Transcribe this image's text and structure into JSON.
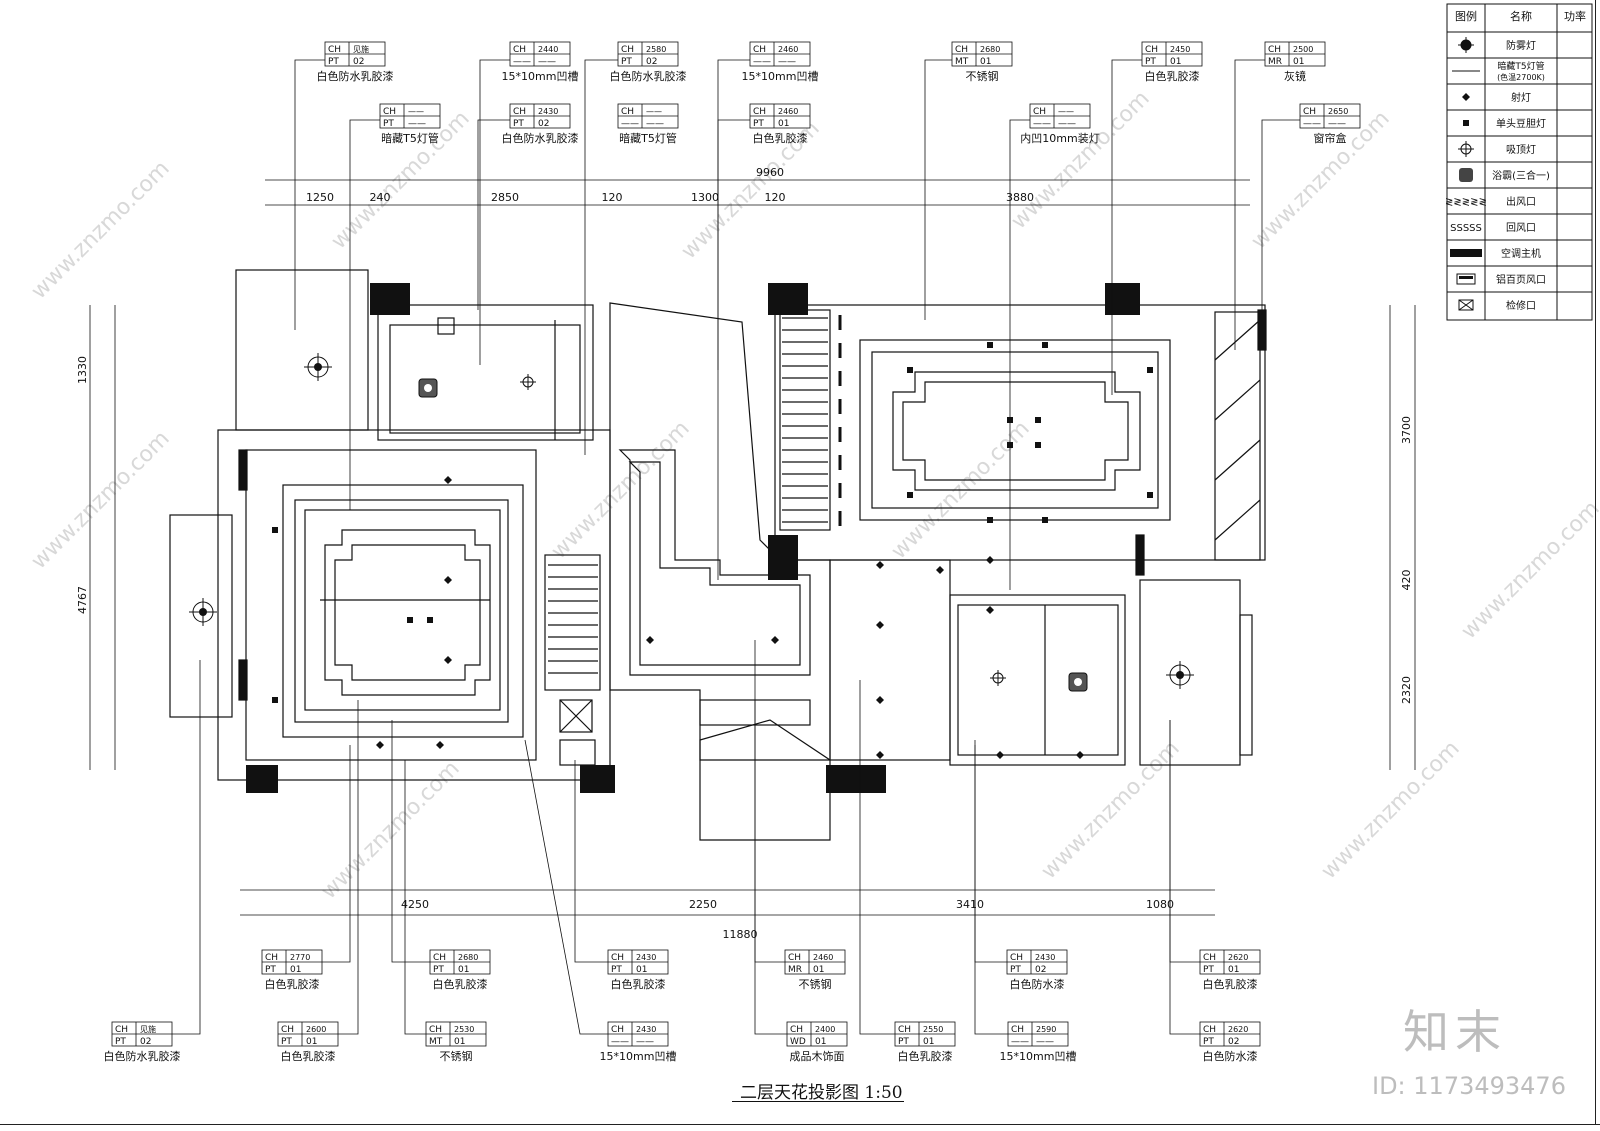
{
  "drawing": {
    "title": "二层天花投影图 1:50"
  },
  "watermark": {
    "site": "www.znzmo.com",
    "brand": "知末",
    "id": "ID: 1173493476"
  },
  "legend": {
    "headers": [
      "图例",
      "名称",
      "功率"
    ],
    "rows": [
      {
        "icon": "moisture-proof-lamp-icon",
        "name": "防雾灯"
      },
      {
        "icon": "concealed-t5-tube-icon",
        "name": "暗藏T5灯管",
        "name2": "(色温2700K)"
      },
      {
        "icon": "spotlight-icon",
        "name": "射灯"
      },
      {
        "icon": "single-grille-lamp-icon",
        "name": "单头豆胆灯"
      },
      {
        "icon": "ceiling-lamp-icon",
        "name": "吸顶灯"
      },
      {
        "icon": "bath-heater-icon",
        "name": "浴霸(三合一)"
      },
      {
        "icon": "supply-air-outlet-icon",
        "name": "出风口"
      },
      {
        "icon": "return-air-outlet-icon",
        "name": "回风口"
      },
      {
        "icon": "ac-unit-icon",
        "name": "空调主机"
      },
      {
        "icon": "aluminum-louver-vent-icon",
        "name": "铝百页风口"
      },
      {
        "icon": "access-panel-icon",
        "name": "检修口"
      }
    ]
  },
  "top_tags": [
    {
      "ch": "见施",
      "code": "PT",
      "num": "02",
      "label": "白色防水乳胶漆"
    },
    {
      "ch": "2440",
      "code": "",
      "num": "",
      "label": "15*10mm凹槽"
    },
    {
      "ch": "2580",
      "code": "PT",
      "num": "02",
      "label": "白色防水乳胶漆"
    },
    {
      "ch": "2460",
      "code": "",
      "num": "",
      "label": "15*10mm凹槽"
    },
    {
      "ch": "2680",
      "code": "MT",
      "num": "01",
      "label": "不锈钢"
    },
    {
      "ch": "2450",
      "code": "PT",
      "num": "01",
      "label": "白色乳胶漆"
    },
    {
      "ch": "2500",
      "code": "MR",
      "num": "01",
      "label": "灰镜"
    }
  ],
  "second_tags": [
    {
      "ch": "",
      "code": "PT",
      "num": "",
      "label": "暗藏T5灯管"
    },
    {
      "ch": "2430",
      "code": "PT",
      "num": "02",
      "label": "白色防水乳胶漆"
    },
    {
      "ch": "",
      "code": "",
      "num": "",
      "label": "暗藏T5灯管"
    },
    {
      "ch": "2460",
      "code": "PT",
      "num": "01",
      "label": "白色乳胶漆"
    },
    {
      "ch": "",
      "code": "",
      "num": "",
      "label": "内凹10mm装灯"
    },
    {
      "ch": "2650",
      "code": "",
      "num": "",
      "label": "窗帘盒"
    }
  ],
  "bottom_row1": [
    {
      "ch": "2770",
      "code": "PT",
      "num": "01",
      "label": "白色乳胶漆"
    },
    {
      "ch": "2680",
      "code": "PT",
      "num": "01",
      "label": "白色乳胶漆"
    },
    {
      "ch": "2430",
      "code": "PT",
      "num": "01",
      "label": "白色乳胶漆"
    },
    {
      "ch": "2460",
      "code": "MR",
      "num": "01",
      "label": "不锈钢"
    },
    {
      "ch": "2430",
      "code": "PT",
      "num": "02",
      "label": "白色防水漆"
    },
    {
      "ch": "2620",
      "code": "PT",
      "num": "01",
      "label": "白色乳胶漆"
    }
  ],
  "bottom_row2": [
    {
      "ch": "见施",
      "code": "PT",
      "num": "02",
      "label": "白色防水乳胶漆"
    },
    {
      "ch": "2600",
      "code": "PT",
      "num": "01",
      "label": "白色乳胶漆"
    },
    {
      "ch": "2530",
      "code": "MT",
      "num": "01",
      "label": "不锈钢"
    },
    {
      "ch": "2430",
      "code": "",
      "num": "",
      "label": "15*10mm凹槽"
    },
    {
      "ch": "2400",
      "code": "WD",
      "num": "01",
      "label": "成品木饰面"
    },
    {
      "ch": "2550",
      "code": "PT",
      "num": "01",
      "label": "白色乳胶漆"
    },
    {
      "ch": "2590",
      "code": "",
      "num": "",
      "label": "15*10mm凹槽"
    },
    {
      "ch": "2620",
      "code": "PT",
      "num": "02",
      "label": "白色防水漆"
    }
  ],
  "dimensions": {
    "top_overall": "9960",
    "top_segments": [
      "1250",
      "240",
      "2850",
      "120",
      "1300",
      "120",
      "3880"
    ],
    "bottom_overall": "11880",
    "bottom_segments": [
      "4250",
      "2250",
      "3410",
      "1080"
    ],
    "left_segments": [
      "1330",
      "4767"
    ],
    "right_segments": [
      "3700",
      "420",
      "2320"
    ]
  }
}
